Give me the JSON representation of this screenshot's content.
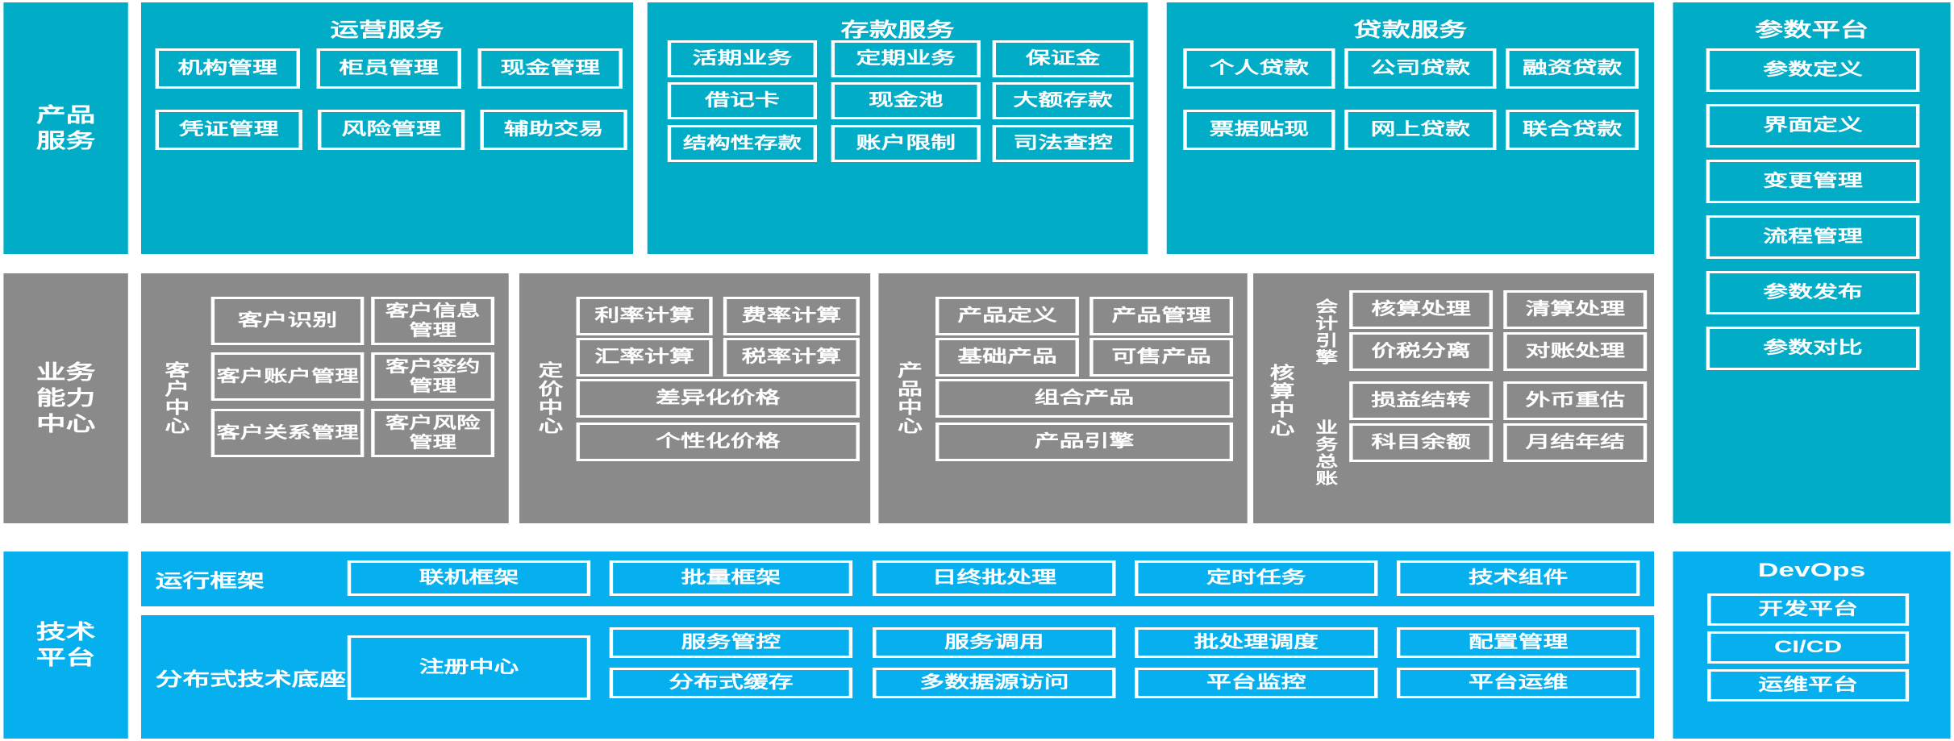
{
  "layers": {
    "product_services": {
      "label": "产品\n服务"
    },
    "business_capability": {
      "label": "业务\n能力\n中心"
    },
    "tech_platform": {
      "label": "技术\n平台"
    }
  },
  "product_layer": {
    "groups": [
      {
        "title": "运营服务",
        "cells": [
          "机构管理",
          "柜员管理",
          "现金管理",
          "凭证管理",
          "风险管理",
          "辅助交易"
        ]
      },
      {
        "title": "存款服务",
        "cells": [
          "活期业务",
          "定期业务",
          "保证金",
          "借记卡",
          "现金池",
          "大额存款",
          "结构性存款",
          "账户限制",
          "司法查控"
        ]
      },
      {
        "title": "贷款服务",
        "cells": [
          "个人贷款",
          "公司贷款",
          "融资贷款",
          "票据贴现",
          "网上贷款",
          "联合贷款"
        ]
      }
    ]
  },
  "capability_layer": {
    "centers": [
      {
        "name": "客户中心",
        "cells": [
          "客户识别",
          "客户信息管理",
          "客户账户管理",
          "客户签约管理",
          "客户关系管理",
          "客户风险管理"
        ]
      },
      {
        "name": "定价中心",
        "cells": [
          "利率计算",
          "费率计算",
          "汇率计算",
          "税率计算"
        ],
        "wide_cells": [
          "差异化价格",
          "个性化价格"
        ]
      },
      {
        "name": "产品中心",
        "cells": [
          "产品定义",
          "产品管理",
          "基础产品",
          "可售产品"
        ],
        "wide_cells": [
          "组合产品",
          "产品引擎"
        ]
      },
      {
        "name": "核算中心",
        "subgroups": [
          {
            "name": "会计引擎",
            "cells": [
              "核算处理",
              "清算处理",
              "价税分离",
              "对账处理"
            ]
          },
          {
            "name": "业务总账",
            "cells": [
              "损益结转",
              "外币重估",
              "科目余额",
              "月结年结"
            ]
          }
        ]
      }
    ]
  },
  "tech_layer": {
    "rows": [
      {
        "label": "运行框架",
        "cells": [
          "联机框架",
          "批量框架",
          "日终批处理",
          "定时任务",
          "技术组件"
        ]
      },
      {
        "label": "分布式技术底座",
        "anchor_cell": "注册中心",
        "pairs": [
          [
            "服务管控",
            "分布式缓存"
          ],
          [
            "服务调用",
            "多数据源访问"
          ],
          [
            "批处理调度",
            "平台监控"
          ],
          [
            "配置管理",
            "平台运维"
          ]
        ]
      }
    ]
  },
  "right_rail": {
    "param_platform": {
      "title": "参数平台",
      "items": [
        "参数定义",
        "界面定义",
        "变更管理",
        "流程管理",
        "参数发布",
        "参数对比"
      ]
    },
    "devops": {
      "title": "DevOps",
      "items": [
        "开发平台",
        "CI/CD",
        "运维平台"
      ]
    }
  },
  "colors": {
    "teal": "#00ACC6",
    "gray": "#8A8A8A",
    "blue": "#06B0EE",
    "white": "#FFFFFF"
  }
}
